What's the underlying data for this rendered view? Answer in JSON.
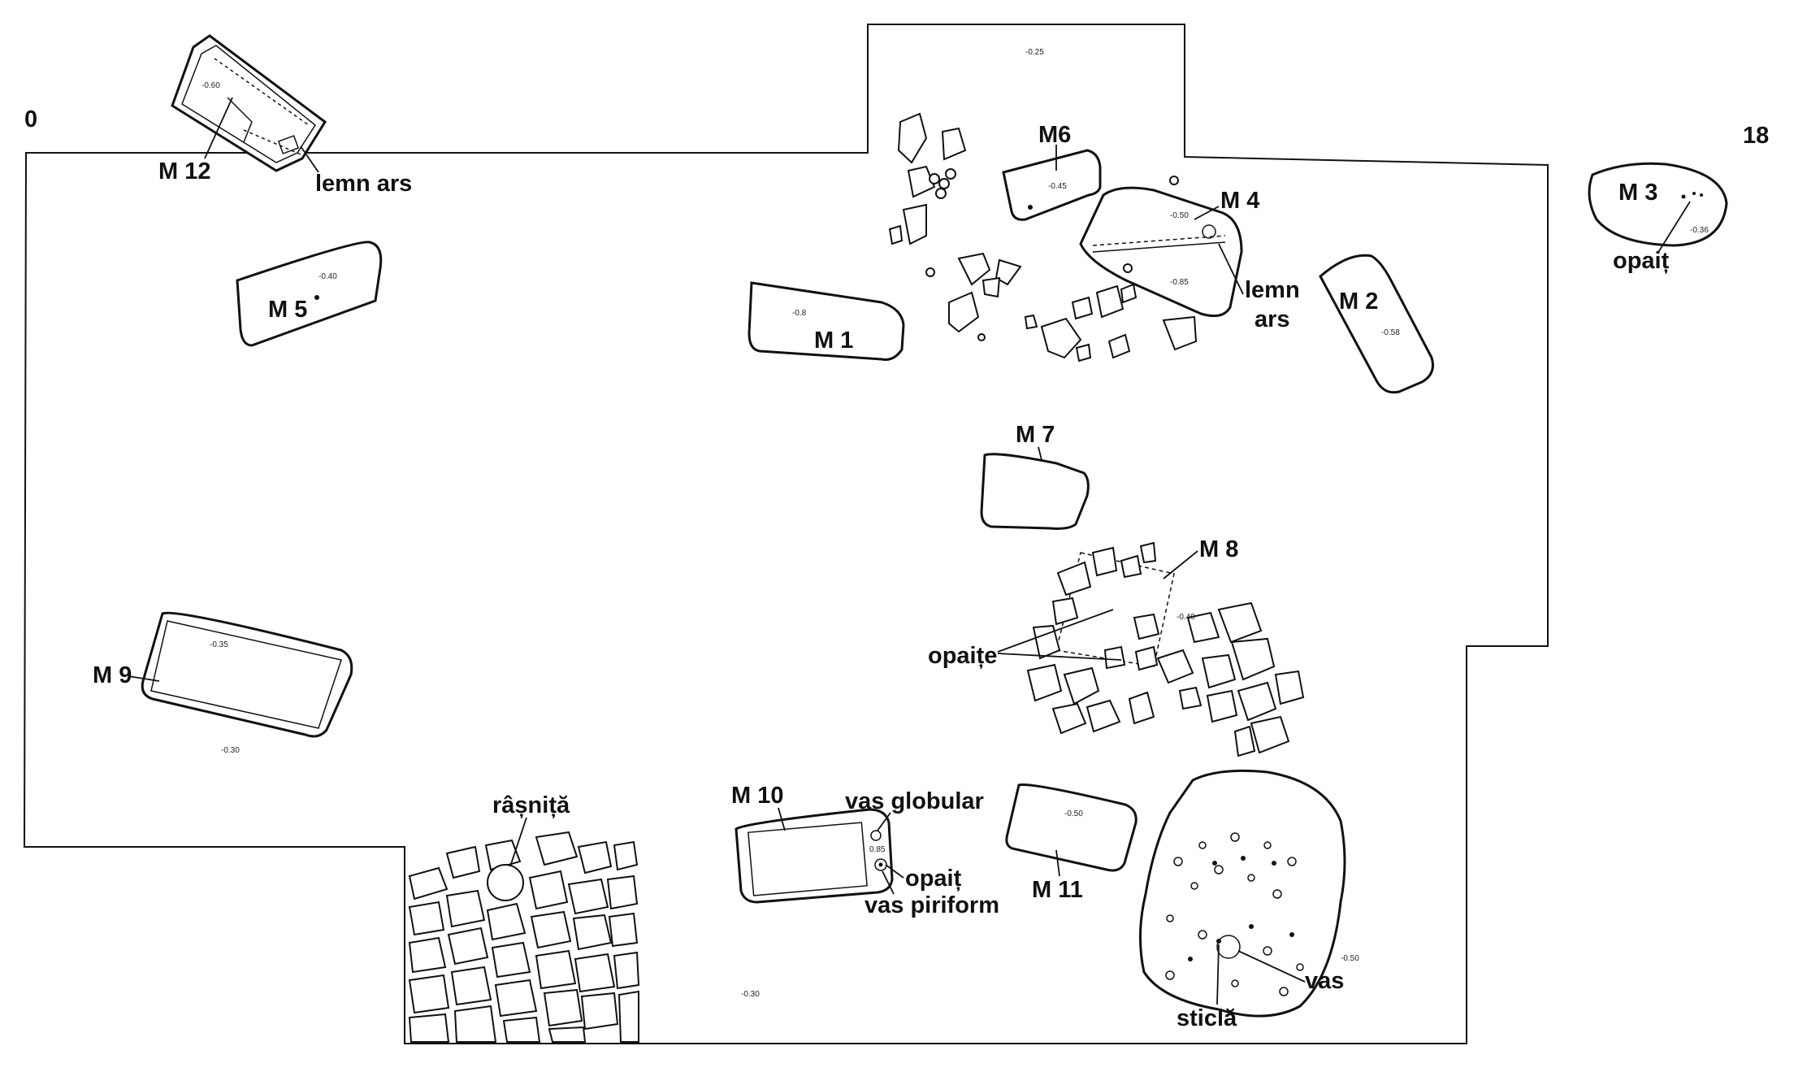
{
  "scale": {
    "start": "0",
    "end": "18"
  },
  "graves": {
    "m1": "M 1",
    "m2": "M 2",
    "m3": "M 3",
    "m4": "M 4",
    "m5": "M 5",
    "m6": "M6",
    "m7": "M 7",
    "m8": "M 8",
    "m9": "M 9",
    "m10": "M 10",
    "m11": "M 11",
    "m12": "M 12"
  },
  "features": {
    "m12_wood": "lemn ars",
    "m4_wood_line1": "lemn",
    "m4_wood_line2": "ars",
    "m3_lamp": "opaiț",
    "m8_lamps": "opaițe",
    "quern": "râșniță",
    "m10_globular": "vas globular",
    "m10_lamp": "opaiț",
    "m10_piriform": "vas piriform",
    "pit_vessel": "vas",
    "pit_glass": "sticlă"
  },
  "depths": {
    "top": "-0.25",
    "m12": "-0.60",
    "m5": "-0.40",
    "m6": "-0.45",
    "m1": "-0.8",
    "m4a": "-0.50",
    "m4b": "-0.85",
    "m2": "-0.58",
    "m3": "-0.36",
    "m8": "-0.40",
    "m9a": "-0.35",
    "m9b": "-0.30",
    "m11": "-0.50",
    "m10": "0.85",
    "bottom": "-0.30",
    "pit": "-0.50"
  }
}
